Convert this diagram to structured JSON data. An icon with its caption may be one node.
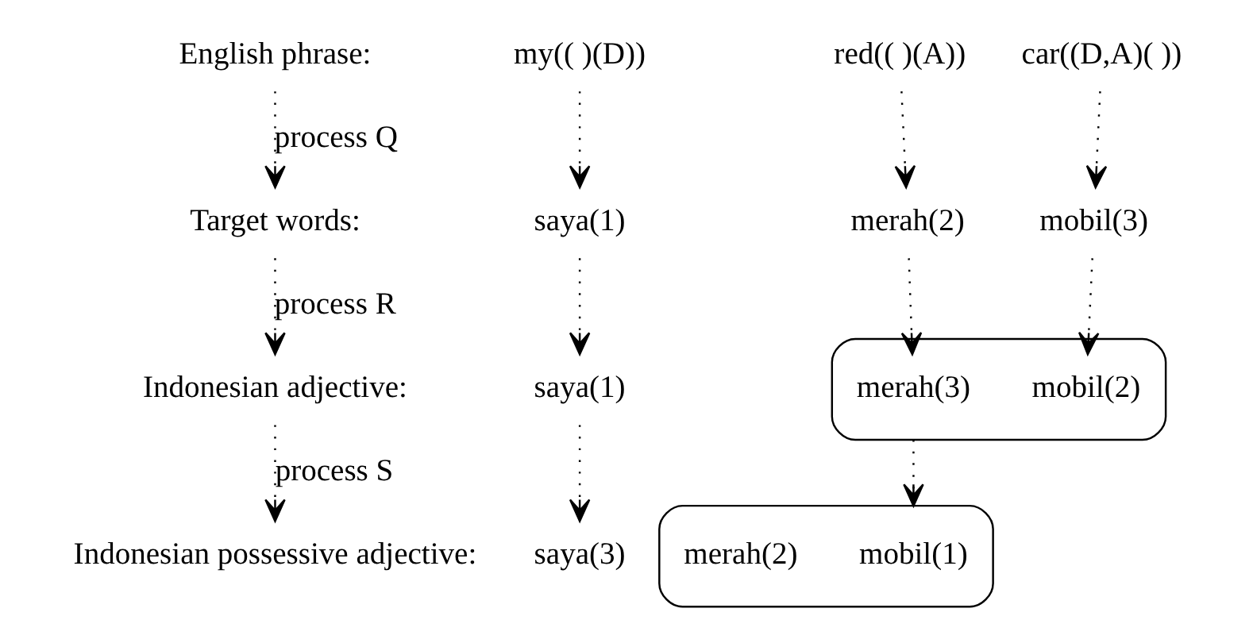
{
  "diagram": {
    "nodes": [
      {
        "text": [
          "English phrase:"
        ]
      },
      {
        "text": [
          "my(( )(D))"
        ]
      },
      {
        "text": [
          "red(( )(A))"
        ]
      },
      {
        "text": [
          "car((D,A)( ))"
        ]
      },
      {
        "text": [
          "Target words:"
        ]
      },
      {
        "text": [
          "saya(1)"
        ]
      },
      {
        "text": [
          "merah(2)"
        ]
      },
      {
        "text": [
          "mobil(3)"
        ]
      },
      {
        "text": [
          "Indonesian adjective:"
        ]
      },
      {
        "text": [
          "saya(1)"
        ]
      },
      {
        "text": [],
        "shape": "ellipse"
      },
      {
        "text": [
          "mobil(2)"
        ],
        "in": 10
      },
      {
        "text": [
          "merah(3)"
        ],
        "in": 10
      },
      {
        "text": [
          "Indonesian possessive adjective:"
        ]
      },
      {
        "text": [],
        "shape": "ellipse"
      },
      {
        "text": [
          "mobil(1)"
        ],
        "in": 14
      },
      {
        "text": [
          "merah(2)"
        ],
        "in": 14
      },
      {
        "text": [
          "saya(3)"
        ]
      }
    ],
    "edges": [
      {
        "from": 0,
        "to": 4,
        "arrow": "to",
        "label": "process Q"
      },
      {
        "from": 4,
        "to": 8,
        "arrow": "to",
        "label": "process R"
      },
      {
        "from": 8,
        "to": 13,
        "arrow": "to",
        "label": "process S"
      },
      {
        "from": 1,
        "to": 5,
        "arrow": "to"
      },
      {
        "from": 2,
        "to": 6,
        "arrow": "to"
      },
      {
        "from": 3,
        "to": 7,
        "arrow": "to"
      },
      {
        "from": 5,
        "to": 9,
        "arrow": "to"
      },
      {
        "from": 6,
        "to": 12,
        "arrow": "to"
      },
      {
        "from": 7,
        "to": 11,
        "arrow": "to"
      },
      {
        "from": 9,
        "to": 17,
        "arrow": "to"
      },
      {
        "from": 10,
        "to": 14,
        "arrow": "to"
      }
    ]
  }
}
